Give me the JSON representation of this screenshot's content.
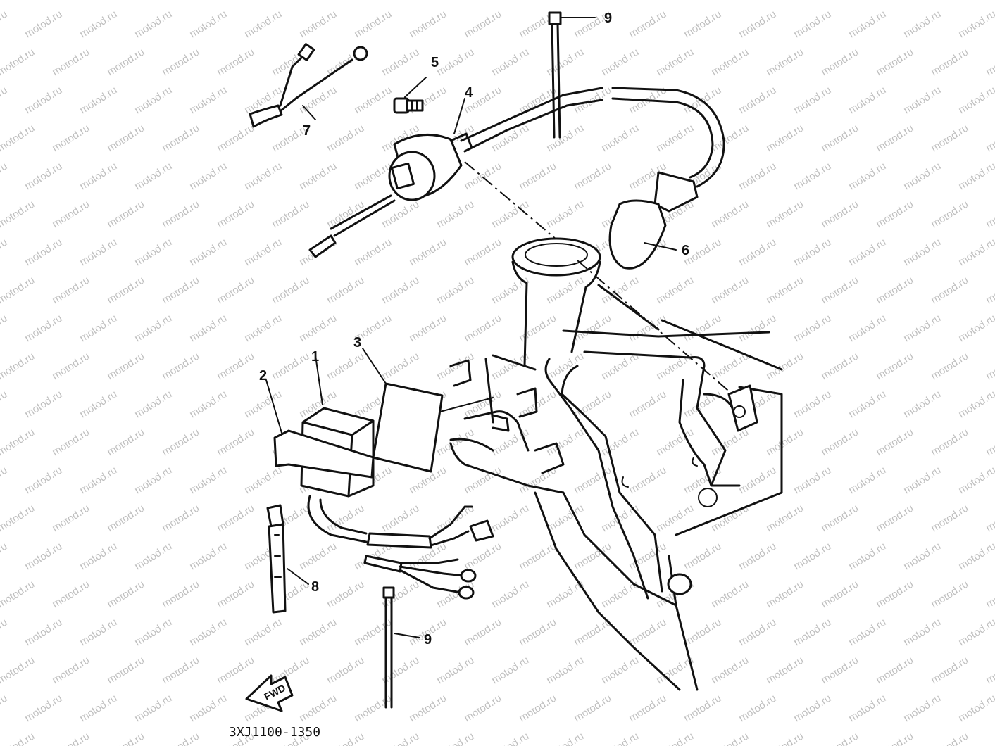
{
  "watermark": {
    "text": "motod.ru",
    "color": "#bfbfbf"
  },
  "callouts": [
    {
      "id": "1",
      "label": "1"
    },
    {
      "id": "2",
      "label": "2"
    },
    {
      "id": "3",
      "label": "3"
    },
    {
      "id": "4",
      "label": "4"
    },
    {
      "id": "5",
      "label": "5"
    },
    {
      "id": "6",
      "label": "6"
    },
    {
      "id": "7",
      "label": "7"
    },
    {
      "id": "8",
      "label": "8"
    },
    {
      "id": "9a",
      "label": "9"
    },
    {
      "id": "9b",
      "label": "9"
    }
  ],
  "direction_arrow": {
    "label": "FWD"
  },
  "diagram_code": "3XJ1100-1350"
}
